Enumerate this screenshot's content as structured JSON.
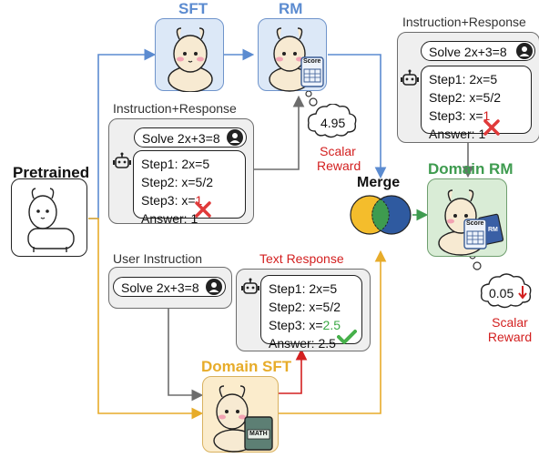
{
  "labels": {
    "sft": "SFT",
    "rm": "RM",
    "pretrained": "Pretrained",
    "merge": "Merge",
    "domain_rm": "Domain RM",
    "domain_sft": "Domain SFT",
    "user_instruction": "User Instruction",
    "text_response": "Text Response"
  },
  "instr_resp_left": {
    "title": "Instruction+Response",
    "question": "Solve 2x+3=8",
    "step1": "Step1: 2x=5",
    "step2": "Step2: x=5/2",
    "step3_prefix": "Step3: x=",
    "step3_value": "1",
    "answer_prefix": "Answer: ",
    "answer_value": "1"
  },
  "instr_resp_right": {
    "title": "Instruction+Response",
    "question": "Solve 2x+3=8",
    "step1": "Step1: 2x=5",
    "step2": "Step2: x=5/2",
    "step3_prefix": "Step3: x=",
    "step3_value": "1",
    "answer_prefix": "Answer: ",
    "answer_value": "1"
  },
  "user_instr": {
    "question": "Solve 2x+3=8"
  },
  "text_resp": {
    "step1": "Step1: 2x=5",
    "step2": "Step2: x=5/2",
    "step3_prefix": "Step3: x=",
    "step3_value": "2.5",
    "answer_prefix": "Answer: ",
    "answer_value": "2.5"
  },
  "reward_rm": {
    "value": "4.95",
    "label_line1": "Scalar",
    "label_line2": "Reward"
  },
  "reward_domain": {
    "value": "0.05",
    "label_line1": "Scalar",
    "label_line2": "Reward"
  },
  "badges": {
    "score": "Score",
    "rm_card": "RM",
    "math": "MATH"
  },
  "colors": {
    "blue": "#5b8bd0",
    "green": "#3e9b4f",
    "orange": "#e7ac2a",
    "red": "#d32020",
    "sft_bg": "#dce8f7",
    "domain_rm_bg": "#d9ecd6",
    "domain_sft_bg": "#fbeccc"
  },
  "icons": [
    "user-icon",
    "robot-icon",
    "red-x-icon",
    "green-check-icon",
    "llama-icon",
    "cloud-icon",
    "venn-merge-icon"
  ]
}
